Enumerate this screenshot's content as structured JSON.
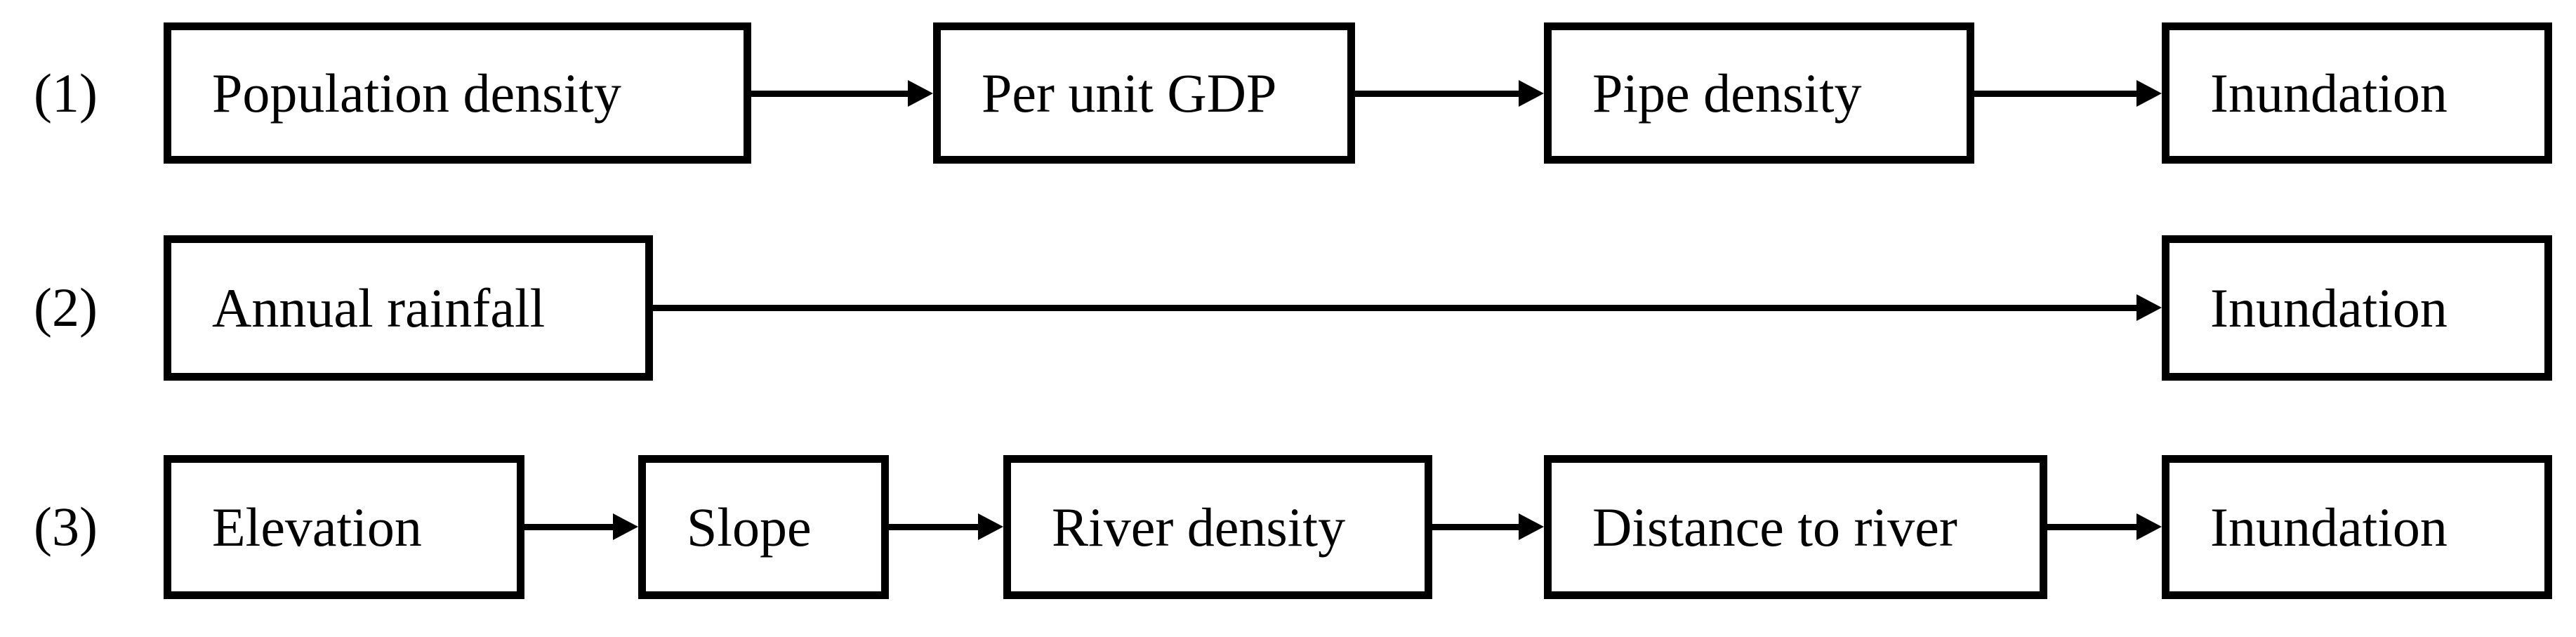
{
  "diagram": {
    "description": "Three causal chains leading to Inundation",
    "colors": {
      "line": "#000000",
      "box_border": "#000000",
      "box_fill": "#ffffff",
      "text": "#000000"
    },
    "rows": [
      {
        "label": "(1)",
        "nodes": [
          "Population density",
          "Per unit GDP",
          "Pipe density",
          "Inundation"
        ]
      },
      {
        "label": "(2)",
        "nodes": [
          "Annual rainfall",
          "Inundation"
        ]
      },
      {
        "label": "(3)",
        "nodes": [
          "Elevation",
          "Slope",
          "River density",
          "Distance to river",
          "Inundation"
        ]
      }
    ]
  }
}
